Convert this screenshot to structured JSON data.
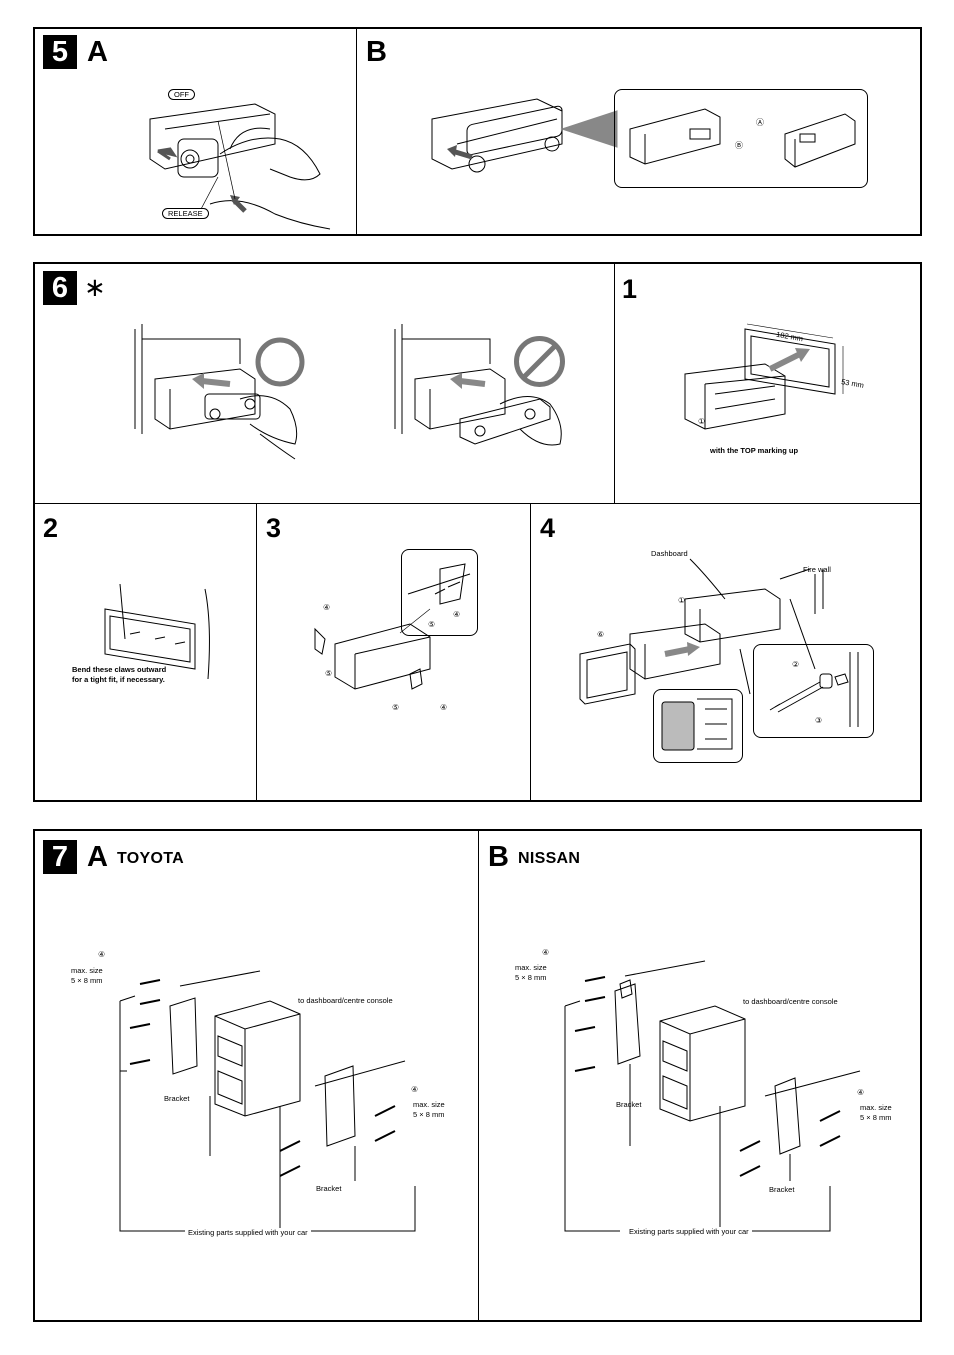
{
  "step5": {
    "number": "5",
    "panel_a": {
      "letter": "A",
      "off_label": "OFF",
      "release_label": "RELEASE"
    },
    "panel_b": {
      "letter": "B",
      "callout_a": "Ⓐ",
      "callout_b": "Ⓑ"
    }
  },
  "step6": {
    "number": "6",
    "asterisk": "∗",
    "correct_icon": "circle-icon",
    "incorrect_icon": "prohibited-icon"
  },
  "step1": {
    "number": "1",
    "dim_width": "182 mm",
    "dim_height": "53 mm",
    "callout": "①",
    "caption": "with the TOP marking up"
  },
  "step2": {
    "number": "2",
    "caption_line1": "Bend these claws outward",
    "caption_line2": "for a tight fit, if necessary."
  },
  "step3": {
    "number": "3",
    "callout_4": "④",
    "callout_5": "⑤"
  },
  "step4": {
    "number": "4",
    "dashboard_label": "Dashboard",
    "firewall_label": "Fire wall",
    "callout_1": "①",
    "callout_2": "②",
    "callout_3": "③",
    "callout_6": "⑥"
  },
  "step7": {
    "number": "7",
    "panel_a": {
      "letter": "A",
      "make": "TOYOTA",
      "callout": "④",
      "max_size_line1": "max. size",
      "max_size_line2": "5 × 8 mm",
      "to_dashboard": "to dashboard/centre console",
      "bracket": "Bracket",
      "existing_parts": "Existing parts supplied with your car"
    },
    "panel_b": {
      "letter": "B",
      "make": "NISSAN",
      "callout": "④",
      "max_size_line1": "max. size",
      "max_size_line2": "5 × 8 mm",
      "to_dashboard": "to dashboard/centre console",
      "bracket": "Bracket",
      "existing_parts": "Existing parts supplied with your car"
    }
  }
}
